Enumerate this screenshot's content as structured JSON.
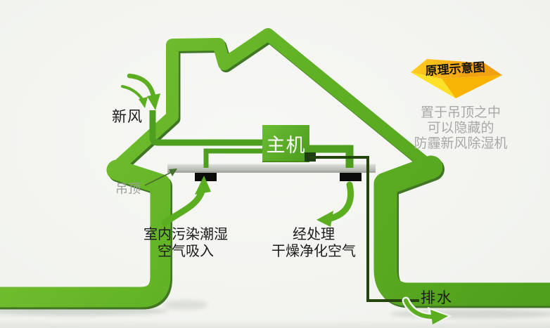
{
  "diagram": {
    "fresh_air_label": "新风",
    "main_unit_label": "主机",
    "ceiling_label": "吊顶",
    "intake_label_line1": "室内污染潮湿",
    "intake_label_line2": "空气吸入",
    "processed_label_line1": "经处理",
    "processed_label_line2": "干燥净化空气",
    "drain_label": "排水",
    "badge_label": "原理示意图",
    "caption_line1": "置于吊顶之中",
    "caption_line2": "可以隐藏的",
    "caption_line3": "防霾新风除湿机"
  },
  "colors": {
    "background": "#F2F3EF",
    "house_green_light": "#7CC735",
    "house_green": "#5FB024",
    "house_green_deep": "#4F9E1C",
    "house_green_shadow_edge": "#2D680F",
    "duct_green": "#4E9E20",
    "main_unit_green_light": "#6ABC34",
    "main_unit_green_dark": "#4C9C1D",
    "ceiling_gray_light": "#DCE0D9",
    "ceiling_gray_dark": "#A6ABA3",
    "vent_black": "#0B0B0B",
    "drain_line_dark_green": "#24450E",
    "arrow_green": "#5AAE20",
    "badge_top_yellow": "#F7AC17",
    "badge_left_yellow": "#FFE028",
    "badge_right_yellow": "#F8B404",
    "caption_gray": "#A8A9A7",
    "label_black": "#1B1B1B"
  }
}
